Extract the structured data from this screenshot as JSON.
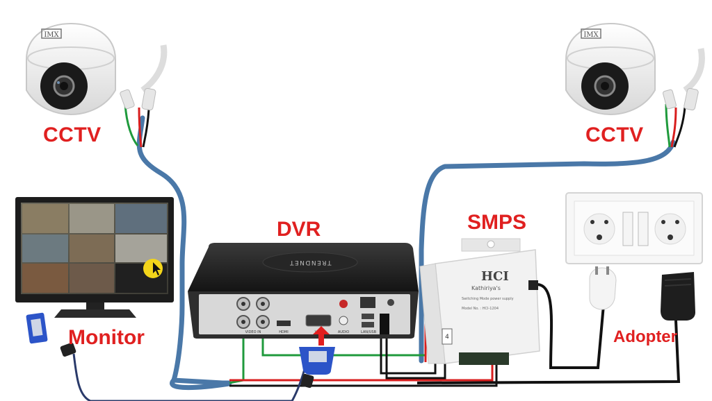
{
  "labels": {
    "cctv_left": "CCTV",
    "cctv_right": "CCTV",
    "dvr": "DVR",
    "smps": "SMPS",
    "monitor": "Monitor",
    "adopter": "Adopter"
  },
  "camera_brand": "IMX",
  "dvr_device": {
    "brand": "TRENDNET",
    "ports": {
      "video_in": "VIDEO IN",
      "hdmi": "HDMI",
      "vga": "VGA",
      "audio": "AUDIO",
      "lan_usb": "LAN/USB"
    }
  },
  "smps_device": {
    "brand": "HCI",
    "sub_brand": "Kathiriya's",
    "tagline": "Switching Mode power supply",
    "model": "Model No. : HCI-1204",
    "channels": "4"
  },
  "colors": {
    "label_red": "#e02020",
    "coax_blue": "#4a78a8",
    "wire_green": "#1f9a3c",
    "wire_red": "#d81e1e",
    "wire_black": "#111111",
    "vga_blue": "#2c54c8"
  }
}
